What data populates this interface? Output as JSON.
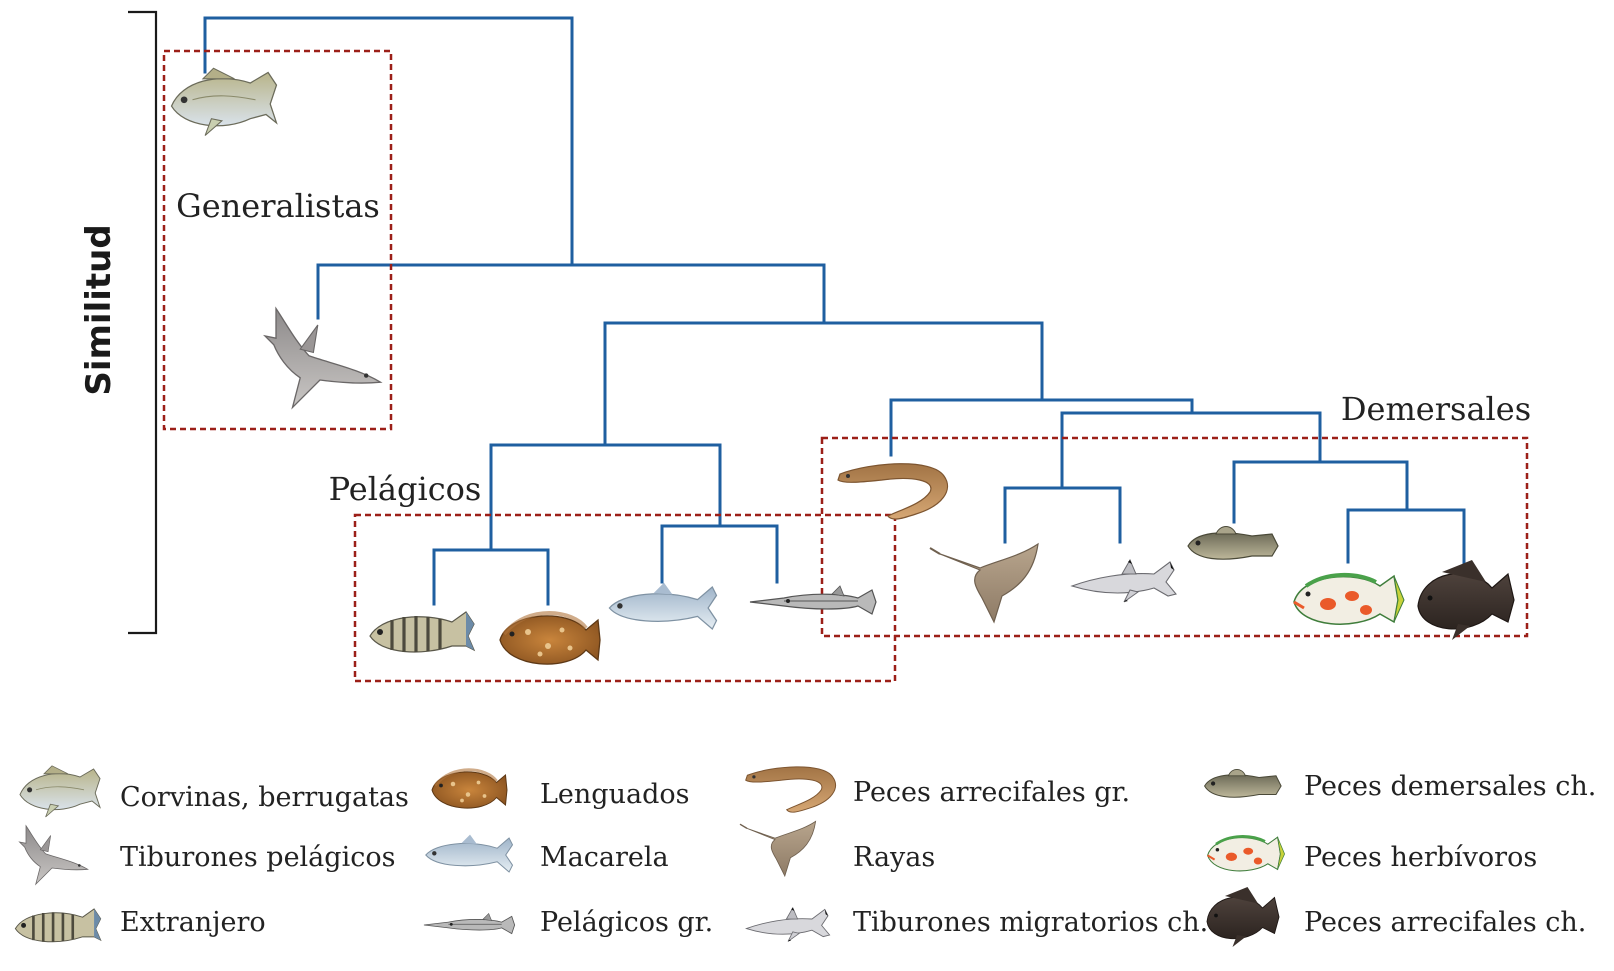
{
  "axis_label": "Similitud",
  "groups": {
    "generalistas": "Generalistas",
    "pelagicos": "Pelágicos",
    "demersales": "Demersales"
  },
  "legend": [
    {
      "label": "Corvinas, berrugatas",
      "icon": "croaker-icon"
    },
    {
      "label": "Tiburones pelágicos",
      "icon": "pelagic-shark-icon"
    },
    {
      "label": "Extranjero",
      "icon": "striped-fish-icon"
    },
    {
      "label": "Lenguados",
      "icon": "flounder-icon"
    },
    {
      "label": "Macarela",
      "icon": "mackerel-icon"
    },
    {
      "label": "Pelágicos gr.",
      "icon": "needlefish-icon"
    },
    {
      "label": "Peces arrecifales gr.",
      "icon": "eel-icon"
    },
    {
      "label": "Rayas",
      "icon": "ray-icon"
    },
    {
      "label": "Tiburones migratorios ch.",
      "icon": "blacktip-shark-icon"
    },
    {
      "label": "Peces demersales ch.",
      "icon": "goby-icon"
    },
    {
      "label": "Peces herbívoros",
      "icon": "parrotfish-icon"
    },
    {
      "label": "Peces arrecifales ch.",
      "icon": "damselfish-icon"
    }
  ],
  "colors": {
    "branch": "#1f5fa0",
    "group_box": "#9c1f18",
    "text": "#222222"
  }
}
